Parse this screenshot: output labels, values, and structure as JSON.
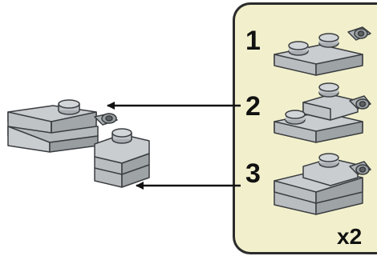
{
  "steps": [
    {
      "number": "1"
    },
    {
      "number": "2"
    },
    {
      "number": "3"
    }
  ],
  "quantity": "x2",
  "colors": {
    "panel_background": "#f2f0cc",
    "panel_border": "#2b2b2b",
    "brick_light": "#c9cdd0",
    "brick_mid": "#a9aeb2",
    "brick_dark": "#868b8f",
    "arrow": "#111111"
  }
}
